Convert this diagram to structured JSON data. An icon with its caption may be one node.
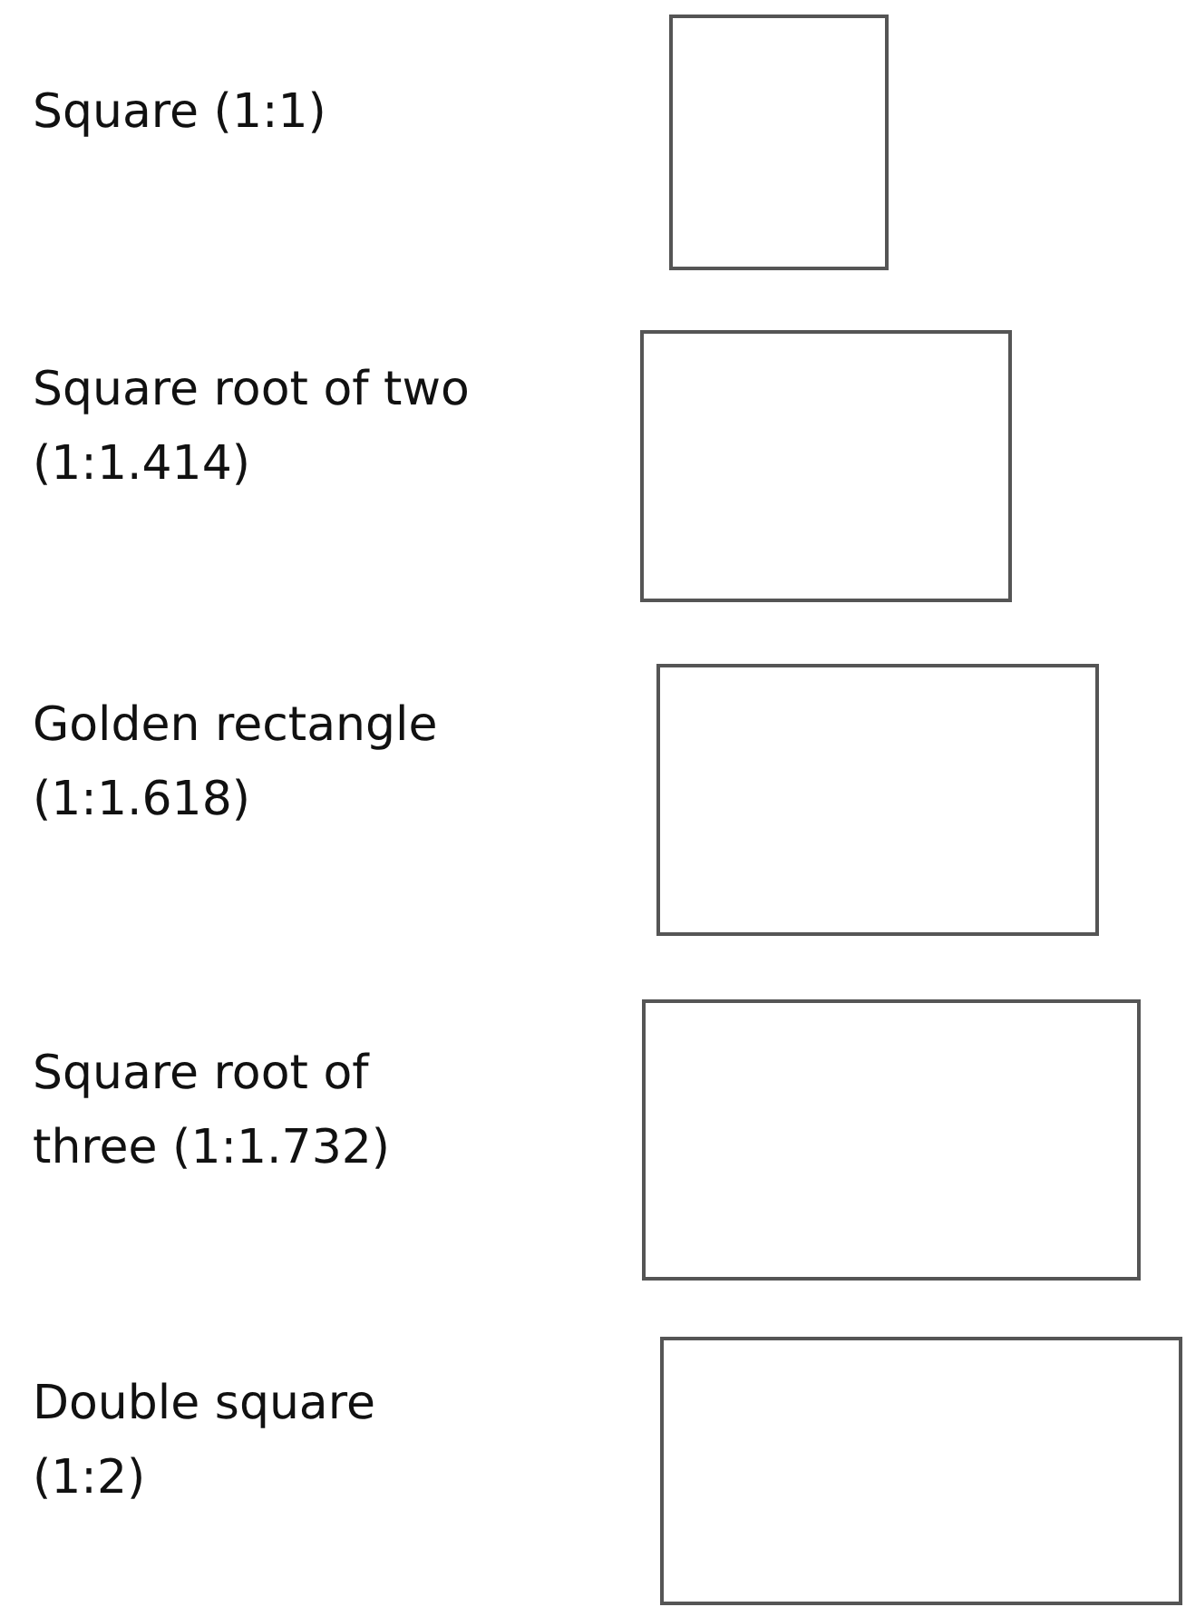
{
  "diagram": {
    "nodes": [
      {
        "text": [],
        "shape": "box"
      },
      {
        "text": [],
        "shape": "box"
      },
      {
        "text": [],
        "shape": "box"
      },
      {
        "text": [],
        "shape": "box"
      },
      {
        "text": [],
        "shape": "box"
      }
    ],
    "labels": [
      "Square (1:1)",
      "Square root of two (1:1.414)",
      "Golden rectangle (1:1.618)",
      "Square root of three (1:1.732)",
      "Double square (1:2)"
    ]
  }
}
